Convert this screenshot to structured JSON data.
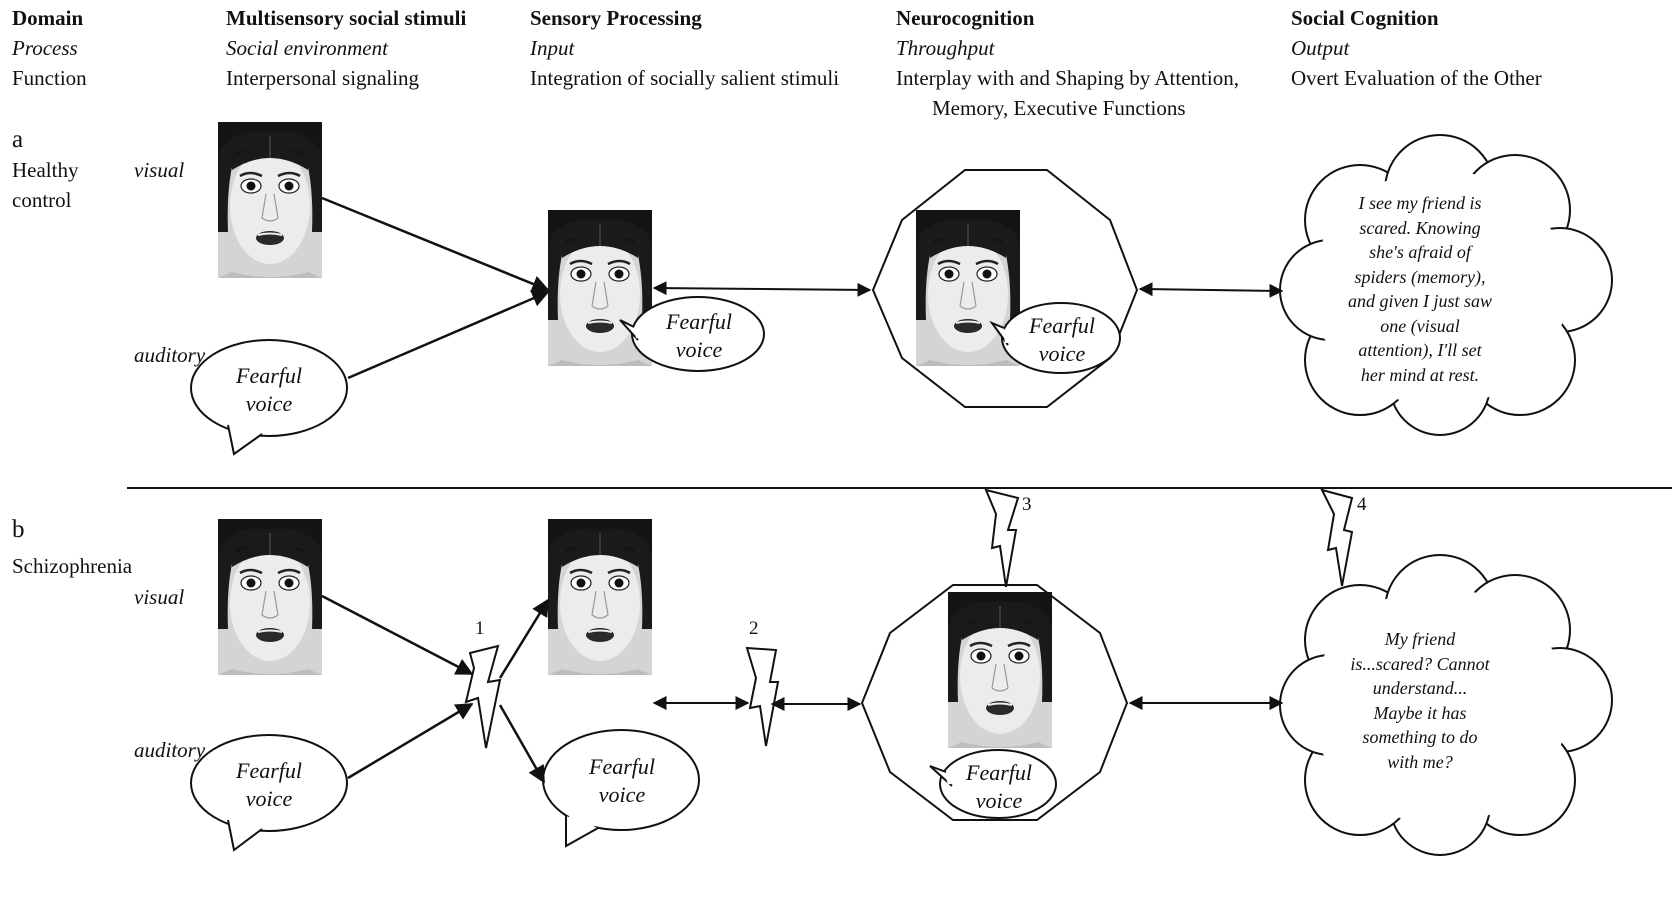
{
  "header": {
    "row_labels": [
      "Domain",
      "Process",
      "Function"
    ],
    "columns": [
      {
        "domain": "Multisensory social stimuli",
        "process": "Social environment",
        "function": "Interpersonal signaling"
      },
      {
        "domain": "Sensory Processing",
        "process": "Input",
        "function": "Integration of socially salient stimuli"
      },
      {
        "domain": "Neurocognition",
        "process": "Throughput",
        "function": [
          "Interplay with and Shaping by Attention,",
          "Memory, Executive Functions"
        ]
      },
      {
        "domain": "Social Cognition",
        "process": "Output",
        "function": "Overt Evaluation of the Other"
      }
    ]
  },
  "panel_a": {
    "letter": "a",
    "group": [
      "Healthy",
      "control"
    ],
    "modality_visual": "visual",
    "modality_auditory": "auditory",
    "voice_bubble": [
      "Fearful",
      "voice"
    ],
    "cloud_text": [
      "I see my friend is",
      "scared. Knowing",
      "she's afraid of",
      "spiders (memory),",
      "and given I just saw",
      "one (visual",
      "attention), I'll set",
      "her mind at rest."
    ]
  },
  "panel_b": {
    "letter": "b",
    "group": "Schizophrenia",
    "modality_visual": "visual",
    "modality_auditory": "auditory",
    "voice_bubble": [
      "Fearful",
      "voice"
    ],
    "cloud_text": [
      "My friend",
      "is...scared? Cannot",
      "understand...",
      "Maybe it has",
      "something to do",
      "with me?"
    ],
    "disruption_numbers": [
      "1",
      "2",
      "3",
      "4"
    ]
  },
  "icons": [
    "fearful-face-photo",
    "speech-bubble",
    "lightning-bolt",
    "thought-cloud",
    "decagon",
    "double-arrow"
  ]
}
